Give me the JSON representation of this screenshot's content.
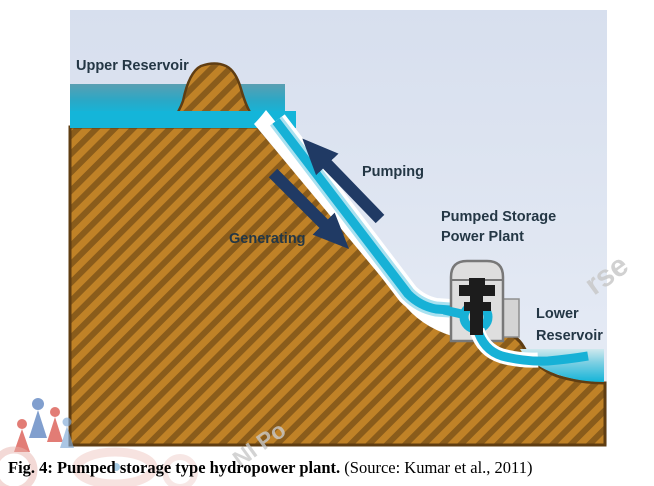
{
  "figure": {
    "labels": {
      "upper_reservoir": "Upper Reservoir",
      "pumping": "Pumping",
      "generating": "Generating",
      "plant_line1": "Pumped Storage",
      "plant_line2": "Power Plant",
      "lower_line1": "Lower",
      "lower_line2": "Reservoir"
    },
    "colors": {
      "water_cyan": "#14b5d9",
      "water_dark_teal": "#4a98ad",
      "hill_brown": "#c08227",
      "hill_stripe": "#8a5c1b",
      "hill_outline": "#5f3d12",
      "arrow_navy": "#203a64",
      "label_text": "#243745",
      "sky": "#dfe6f2",
      "powerhouse_gray": "#dedede",
      "penstock_highlight": "#a9e1f0"
    }
  },
  "caption": {
    "title_bold": "Fig. 4: Pumped storage type hydropower plant.",
    "source": " (Source: Kumar et al., 2011)"
  },
  "watermark": {
    "right_fragment": "rse",
    "bottom_fragment": "NI Po"
  }
}
